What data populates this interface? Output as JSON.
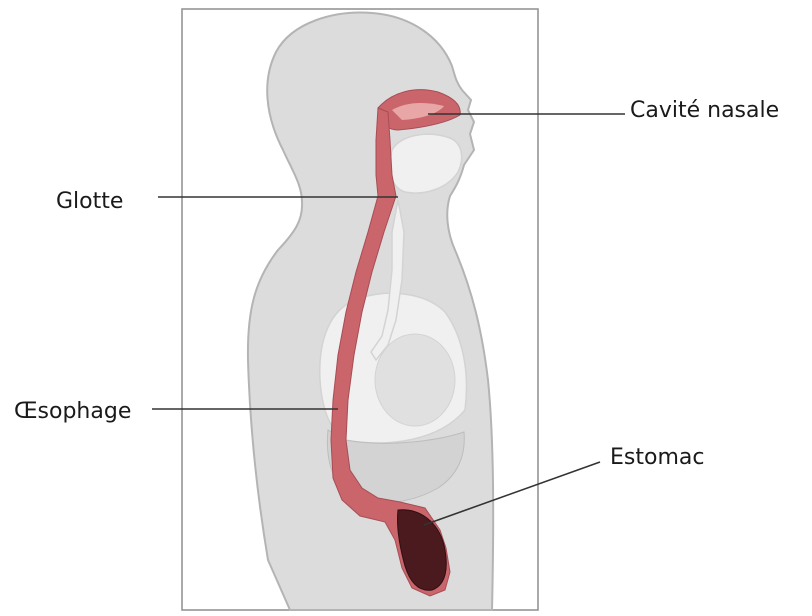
{
  "labels": {
    "cavite_nasale": "Cavité nasale",
    "glotte": "Glotte",
    "oesophage": "Œsophage",
    "estomac": "Estomac"
  },
  "colors": {
    "body_fill": "#dcdcdc",
    "body_outline": "#b4b4b4",
    "organ_light": "#f0f0f0",
    "organ_mid": "#d3d3d3",
    "tract_red": "#c9656b",
    "tract_pink": "#e8a7a6",
    "stomach_dark": "#4a1a1e",
    "leader_line": "#333333"
  },
  "icons": [
    "torso-silhouette",
    "digestive-tract"
  ]
}
